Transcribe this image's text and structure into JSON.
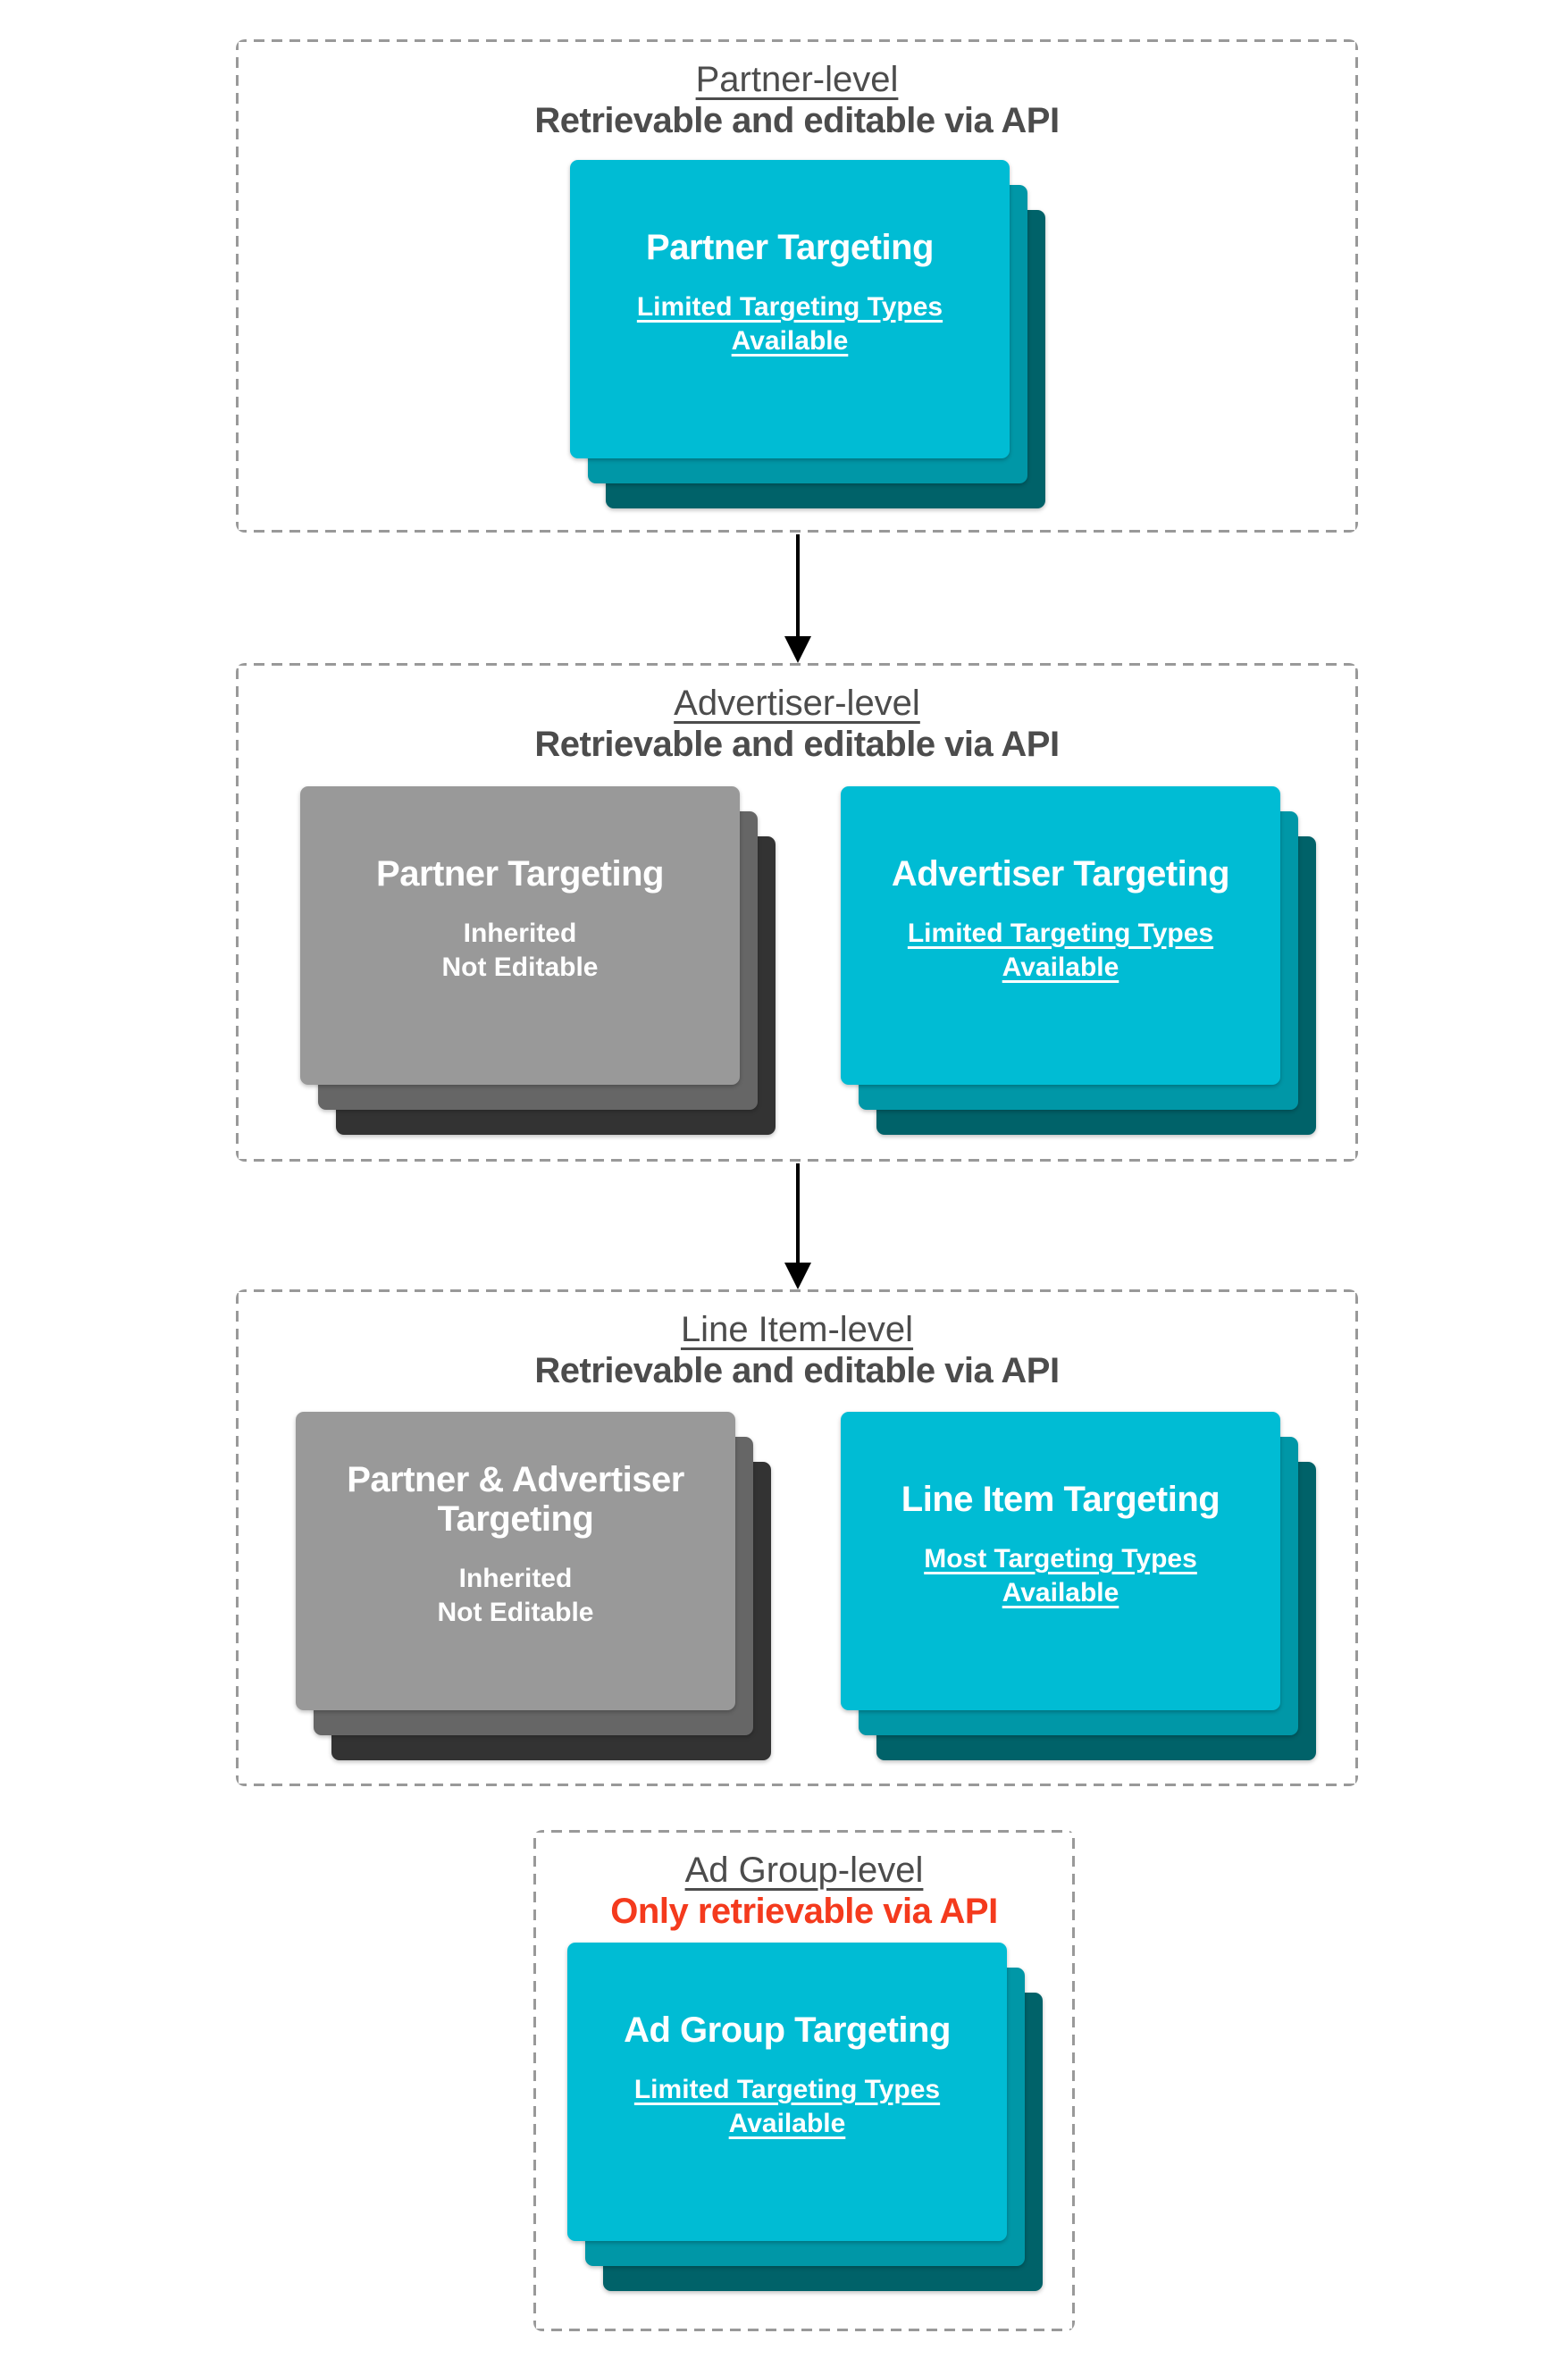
{
  "colors": {
    "teal-front": "#00BCD4",
    "teal-mid": "#0097A7",
    "teal-back": "#006269",
    "gray-front": "#999999",
    "gray-mid": "#666666",
    "gray-back": "#333333",
    "heading": "#4C4C4C",
    "red": "#F43A1D",
    "dash": "#999999",
    "arrow": "#000000",
    "card-text": "#FFFFFF"
  },
  "sections": [
    {
      "title": "Partner-level",
      "subtitle": "Retrievable and editable via API",
      "cards": [
        {
          "variant": "teal",
          "title": "Partner Targeting",
          "sub_lines": [
            "Limited Targeting Types",
            "Available"
          ]
        }
      ]
    },
    {
      "title": "Advertiser-level",
      "subtitle": "Retrievable and editable via API",
      "cards": [
        {
          "variant": "gray",
          "title": "Partner Targeting",
          "sub_lines": [
            "Inherited",
            "Not Editable"
          ]
        },
        {
          "variant": "teal",
          "title": "Advertiser Targeting",
          "sub_lines": [
            "Limited Targeting Types",
            "Available"
          ]
        }
      ]
    },
    {
      "title": "Line Item-level",
      "subtitle": "Retrievable and editable via API",
      "cards": [
        {
          "variant": "gray",
          "title": "Partner & Advertiser Targeting",
          "sub_lines": [
            "Inherited",
            "Not Editable"
          ]
        },
        {
          "variant": "teal",
          "title": "Line Item Targeting",
          "sub_lines": [
            "Most Targeting Types",
            "Available"
          ]
        }
      ]
    },
    {
      "title": "Ad Group-level",
      "subtitle": "Only retrievable via API",
      "cards": [
        {
          "variant": "teal",
          "title": "Ad Group Targeting",
          "sub_lines": [
            "Limited Targeting Types",
            "Available"
          ]
        }
      ]
    }
  ],
  "arrows": [
    {
      "from": "Partner-level",
      "to": "Advertiser-level"
    },
    {
      "from": "Advertiser-level",
      "to": "Line Item-level"
    }
  ]
}
